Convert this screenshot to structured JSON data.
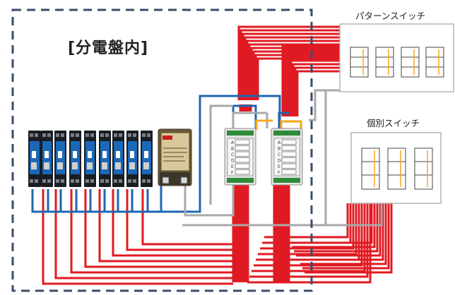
{
  "labels": {
    "panel": "[分電盤内]",
    "pattern_switch": "パターンスイッチ",
    "individual_switch": "個別スイッチ"
  },
  "relay_buttons": [
    "A",
    "B",
    "C",
    "D",
    "E",
    "F"
  ],
  "colors": {
    "red_wire": "#e01a22",
    "blue_wire": "#1f66b0",
    "grey_wire": "#a8a8a8",
    "orange_wire": "#f5a81c",
    "dashed_border": "#3a4d6b",
    "breaker_blue": "#1b68b8",
    "breaker_dark": "#1a1d22"
  }
}
